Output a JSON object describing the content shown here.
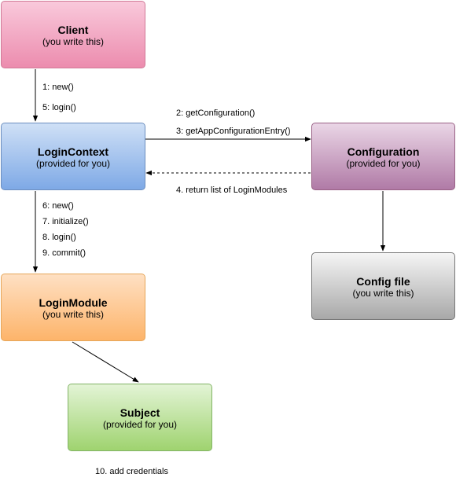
{
  "nodes": {
    "client": {
      "title": "Client",
      "subtitle": "(you write this)"
    },
    "logincontext": {
      "title": "LoginContext",
      "subtitle": "(provided for you)"
    },
    "configuration": {
      "title": "Configuration",
      "subtitle": "(provided for you)"
    },
    "loginmodule": {
      "title": "LoginModule",
      "subtitle": "(you write this)"
    },
    "configfile": {
      "title": "Config file",
      "subtitle": "(you write this)"
    },
    "subject": {
      "title": "Subject",
      "subtitle": "(provided for you)"
    }
  },
  "edges": {
    "client_to_logincontext": [
      "1: new()",
      "5: login()"
    ],
    "logincontext_to_configuration": [
      "2: getConfiguration()",
      "3: getAppConfigurationEntry()"
    ],
    "configuration_to_logincontext": "4. return list of LoginModules",
    "logincontext_to_loginmodule": [
      "6: new()",
      "7. initialize()",
      "8. login()",
      "9.  commit()"
    ],
    "loginmodule_to_subject": "10. add credentials"
  },
  "colors": {
    "client": "#ec8cae",
    "logincontext": "#7ea9e6",
    "configuration": "#b07aa6",
    "loginmodule": "#fdb46a",
    "configfile": "#a8a8a8",
    "subject": "#9fd36f",
    "arrow": "#000000"
  }
}
